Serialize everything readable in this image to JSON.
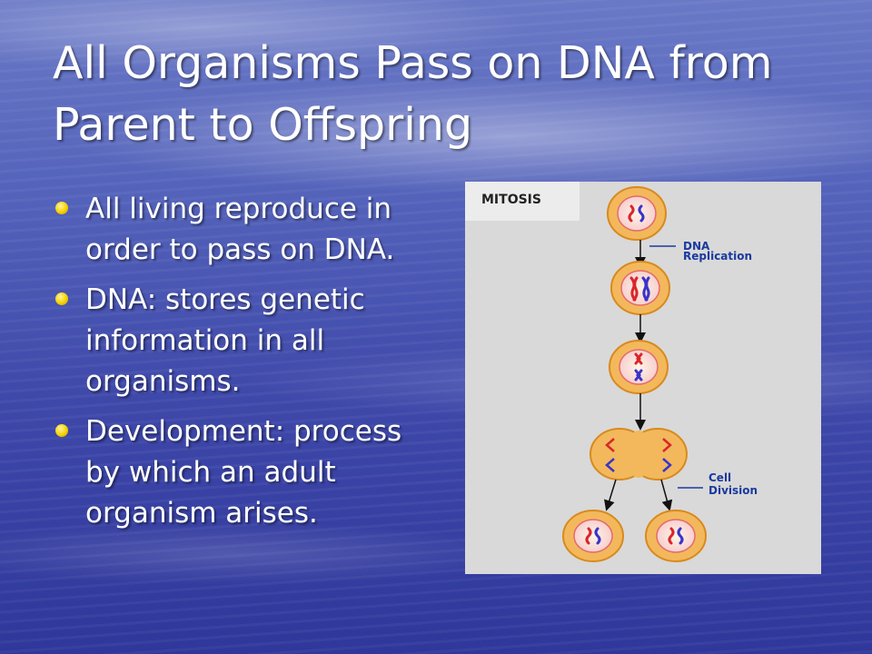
{
  "slide": {
    "title_lines": [
      "All Organisms Pass on DNA from",
      "Parent to Offspring"
    ],
    "bullets": [
      {
        "text": "All living reproduce in order to pass on DNA."
      },
      {
        "text": "DNA: stores genetic information in all organisms."
      },
      {
        "text": "Development: process by which an adult organism arises."
      }
    ],
    "bullet_icon": "bullet-dot-icon",
    "colors": {
      "bullet": "#f5d200",
      "title_text": "#ffffff",
      "annotation": "#1a3a9e",
      "cell_fill": "#f3b85c",
      "cell_border": "#d88a1e"
    }
  },
  "figure": {
    "label": "MITOSIS",
    "annotations": {
      "replication": [
        "DNA",
        "Replication"
      ],
      "division": [
        "Cell",
        "Division"
      ]
    }
  }
}
